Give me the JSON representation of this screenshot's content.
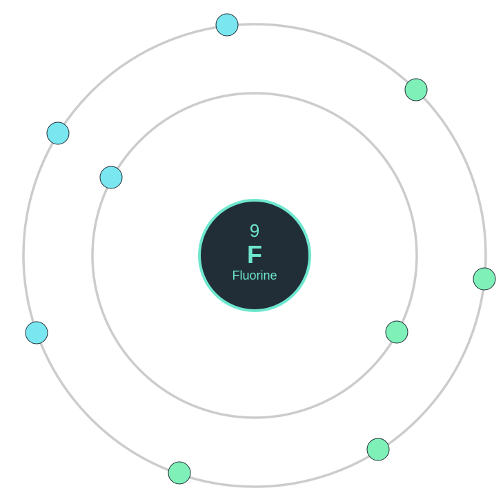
{
  "element": {
    "atomic_number": "9",
    "symbol": "F",
    "name": "Fluorine"
  },
  "colors": {
    "electron_blue": "#7ae6f0",
    "electron_green": "#7ef0b8",
    "nucleus_fill": "#212e37",
    "accent": "#6ee7cf",
    "orbit": "#cccccc"
  },
  "shells": [
    {
      "electrons": 2
    },
    {
      "electrons": 7
    }
  ]
}
